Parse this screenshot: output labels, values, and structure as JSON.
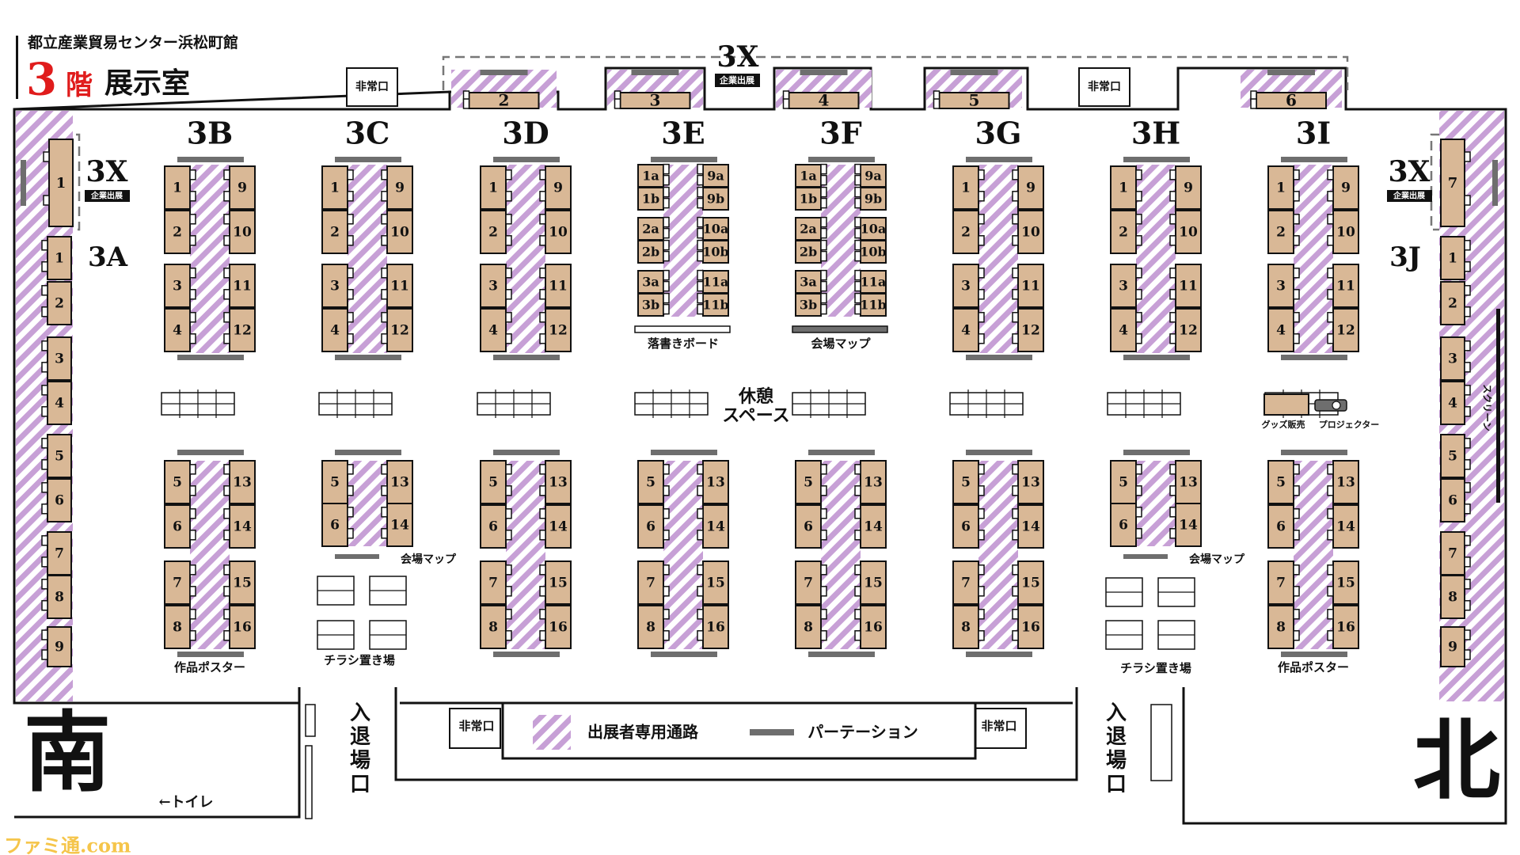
{
  "header": {
    "venue": "都立産業貿易センター浜松町館",
    "floor_num": "3",
    "floor_kanji": "階",
    "room": "展示室"
  },
  "colors": {
    "table": "#d9b896",
    "stripe": "#c7a0d6",
    "partition": "#6e6e6e",
    "floor_red": "#e01c1c"
  },
  "legend": {
    "aisle": "出展者専用通路",
    "partition": "パーテーション"
  },
  "labels": {
    "emergency": "非常口",
    "corp_block": "3X",
    "corp_tag": "企業出展",
    "rest": "休憩\nスペース",
    "entrance": "入退場口",
    "toilet": "←トイレ",
    "south": "南",
    "north": "北",
    "screen": "スクリーン",
    "goods": "グッズ販売",
    "projector": "プロジェクター",
    "graffiti": "落書きボード",
    "venue_map": "会場マップ",
    "flyers": "チラシ置き場",
    "poster": "作品ポスター",
    "watermark": "ファミ通.com"
  },
  "areas": [
    "3B",
    "3C",
    "3D",
    "3E",
    "3F",
    "3G",
    "3H",
    "3I"
  ],
  "side_areas": {
    "left": "3A",
    "right": "3J"
  },
  "corp_booths": [
    "2",
    "3",
    "4",
    "5",
    "6"
  ],
  "left_corner_booth": "1",
  "right_corner_booth": "7",
  "wall_booths": [
    "1",
    "2",
    "3",
    "4",
    "5",
    "6",
    "7",
    "8",
    "9"
  ],
  "std_upper": {
    "left": [
      "1",
      "2",
      "3",
      "4"
    ],
    "right": [
      "9",
      "10",
      "11",
      "12"
    ]
  },
  "std_lower": {
    "left": [
      "5",
      "6",
      "7",
      "8"
    ],
    "right": [
      "13",
      "14",
      "15",
      "16"
    ]
  },
  "ef_upper": {
    "left": [
      "1a",
      "1b",
      "2a",
      "2b",
      "3a",
      "3b"
    ],
    "right": [
      "9a",
      "9b",
      "10a",
      "10b",
      "11a",
      "11b"
    ]
  },
  "c_lower": {
    "left": [
      "5",
      "6"
    ],
    "right": [
      "13",
      "14"
    ]
  }
}
